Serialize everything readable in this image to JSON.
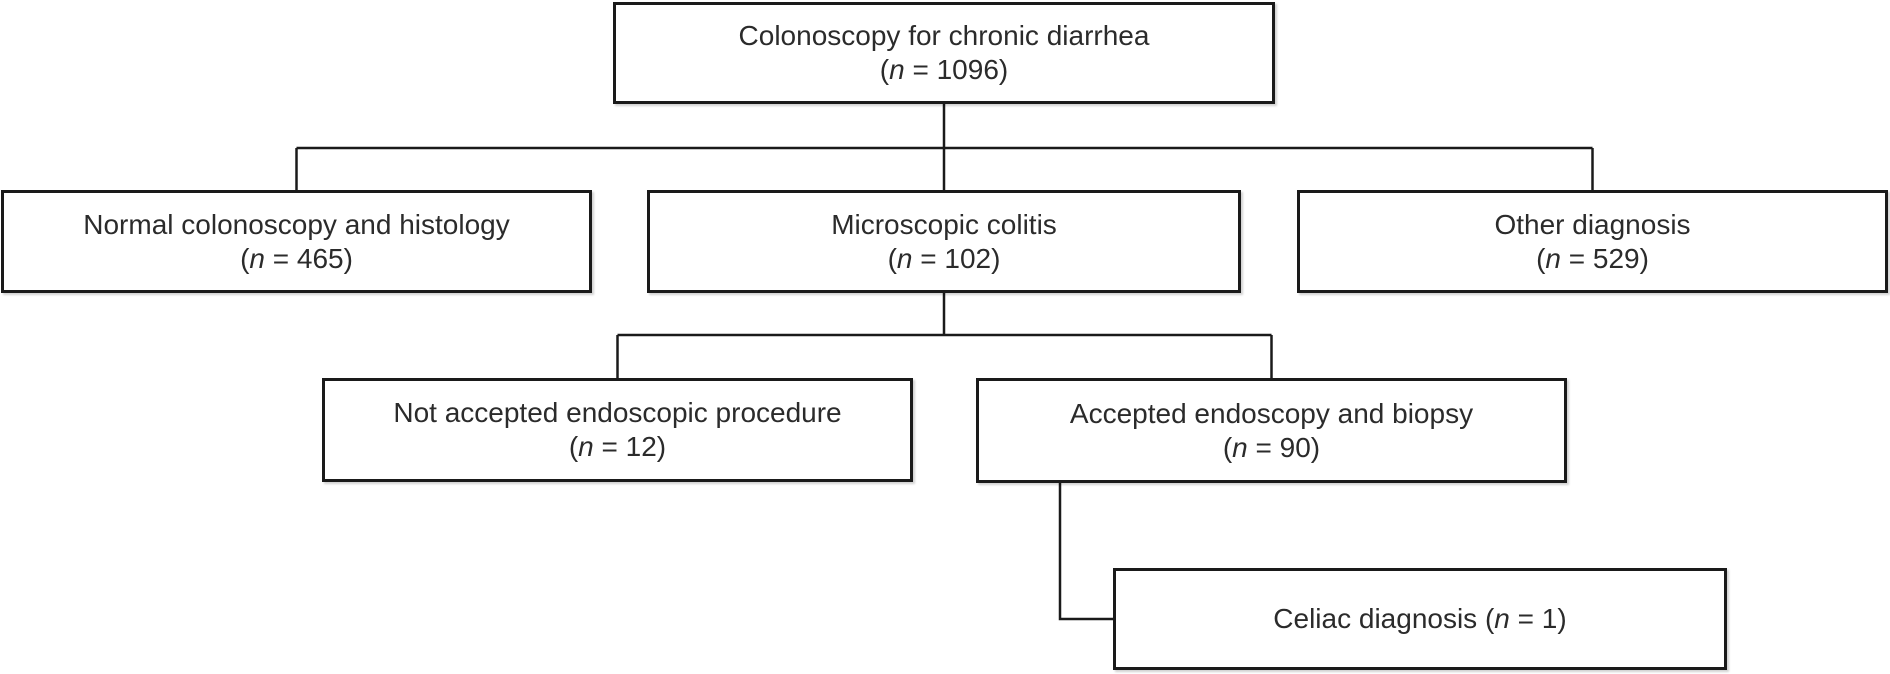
{
  "figure": {
    "type": "flowchart",
    "description": "Patient flow diagram for colonoscopy study"
  },
  "colors": {
    "background": "#ffffff",
    "box_fill": "#ffffff",
    "box_border": "#1a1a1a",
    "line": "#1a1a1a",
    "text": "#2b2b2b"
  },
  "nodes": {
    "root": {
      "label": "Colonoscopy for chronic diarrhea",
      "paren_open": "(",
      "n_var": "n",
      "n_rest": " = 1096)",
      "count": 1096
    },
    "normal": {
      "label": "Normal colonoscopy and histology",
      "paren_open": "(",
      "n_var": "n",
      "n_rest": " = 465)",
      "count": 465
    },
    "microscopic": {
      "label": "Microscopic colitis",
      "paren_open": "(",
      "n_var": "n",
      "n_rest": " = 102)",
      "count": 102
    },
    "other": {
      "label": "Other diagnosis",
      "paren_open": "(",
      "n_var": "n",
      "n_rest": " = 529)",
      "count": 529
    },
    "not_accepted": {
      "label": "Not accepted endoscopic procedure",
      "paren_open": "(",
      "n_var": "n",
      "n_rest": " = 12)",
      "count": 12
    },
    "accepted": {
      "label": "Accepted endoscopy and biopsy",
      "paren_open": "(",
      "n_var": "n",
      "n_rest": " = 90)",
      "count": 90
    },
    "celiac": {
      "label": "Celiac diagnosis",
      "paren_open": " (",
      "n_var": "n",
      "n_rest": " = 1)",
      "count": 1
    }
  },
  "edges": [
    {
      "from": "root",
      "to": "normal"
    },
    {
      "from": "root",
      "to": "microscopic"
    },
    {
      "from": "root",
      "to": "other"
    },
    {
      "from": "microscopic",
      "to": "not_accepted"
    },
    {
      "from": "microscopic",
      "to": "accepted"
    },
    {
      "from": "accepted",
      "to": "celiac"
    }
  ]
}
